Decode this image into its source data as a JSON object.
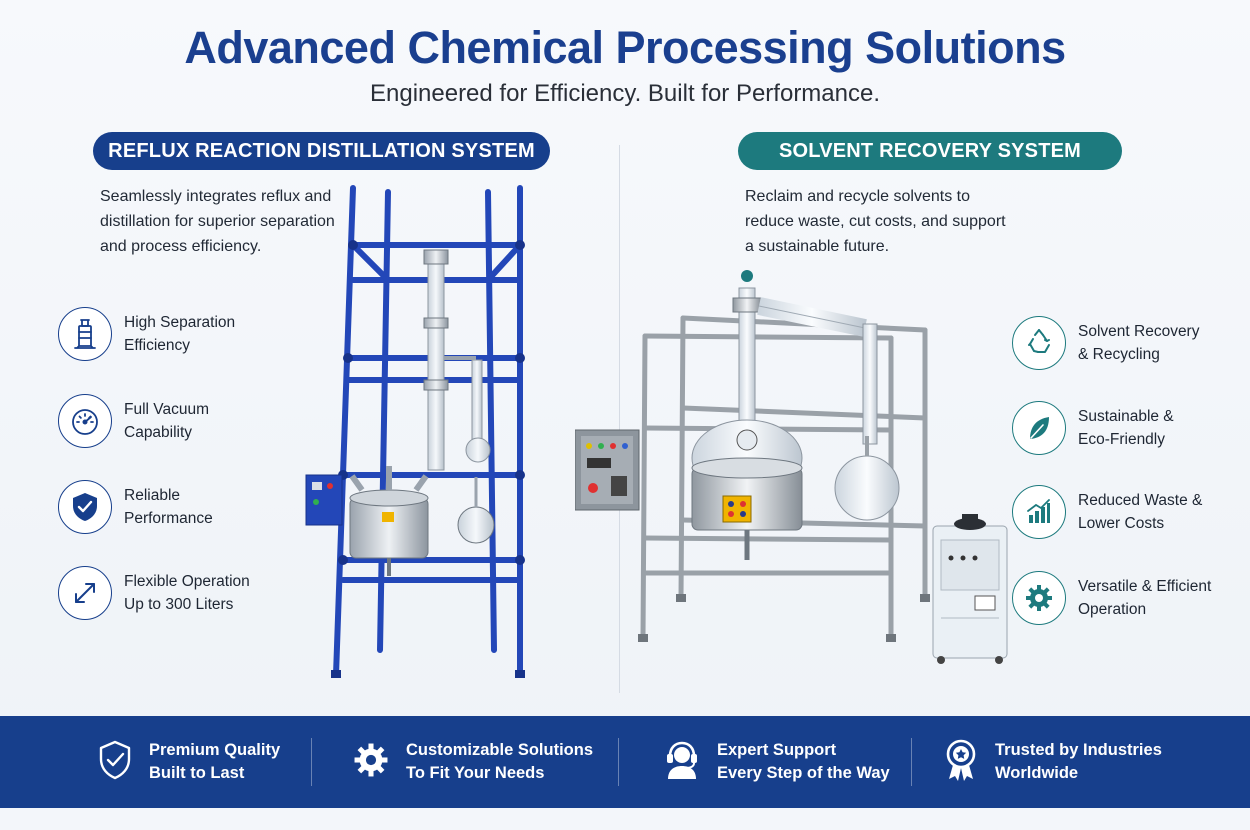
{
  "header": {
    "title": "Advanced Chemical Processing Solutions",
    "subtitle": "Engineered for Efficiency. Built for Performance."
  },
  "left_panel": {
    "pill_label": "REFLUX REACTION DISTILLATION SYSTEM",
    "description": [
      "Seamlessly integrates reflux and",
      "distillation for superior separation",
      "and process efficiency."
    ],
    "features": [
      {
        "icon": "distillation-column-icon",
        "line1": "High Separation",
        "line2": "Efficiency"
      },
      {
        "icon": "gauge-icon",
        "line1": "Full Vacuum",
        "line2": "Capability"
      },
      {
        "icon": "shield-check-icon",
        "line1": "Reliable",
        "line2": "Performance"
      },
      {
        "icon": "expand-arrows-icon",
        "line1": "Flexible Operation",
        "line2": "Up to 300 Liters"
      }
    ],
    "frame_color": "#2347b8"
  },
  "right_panel": {
    "pill_label": "SOLVENT RECOVERY SYSTEM",
    "description": [
      "Reclaim and recycle solvents to",
      "reduce waste, cut costs, and support",
      "a sustainable future."
    ],
    "features": [
      {
        "icon": "recycle-icon",
        "line1": "Solvent Recovery",
        "line2": "& Recycling"
      },
      {
        "icon": "leaf-icon",
        "line1": "Sustainable &",
        "line2": "Eco-Friendly"
      },
      {
        "icon": "chart-growth-icon",
        "line1": "Reduced Waste &",
        "line2": "Lower Costs"
      },
      {
        "icon": "gear-icon",
        "line1": "Versatile & Efficient",
        "line2": "Operation"
      }
    ],
    "frame_color": "#9aa1a8"
  },
  "bottom_bar": {
    "items": [
      {
        "icon": "shield-check-icon",
        "line1": "Premium Quality",
        "line2": "Built to Last"
      },
      {
        "icon": "gear-icon",
        "line1": "Customizable Solutions",
        "line2": "To Fit Your Needs"
      },
      {
        "icon": "headset-support-icon",
        "line1": "Expert Support",
        "line2": "Every Step of the Way"
      },
      {
        "icon": "award-badge-icon",
        "line1": "Trusted by Industries",
        "line2": "Worldwide"
      }
    ]
  },
  "colors": {
    "brand_blue": "#173f8c",
    "brand_teal": "#1d7a7e",
    "title_blue": "#1a3f8f"
  }
}
